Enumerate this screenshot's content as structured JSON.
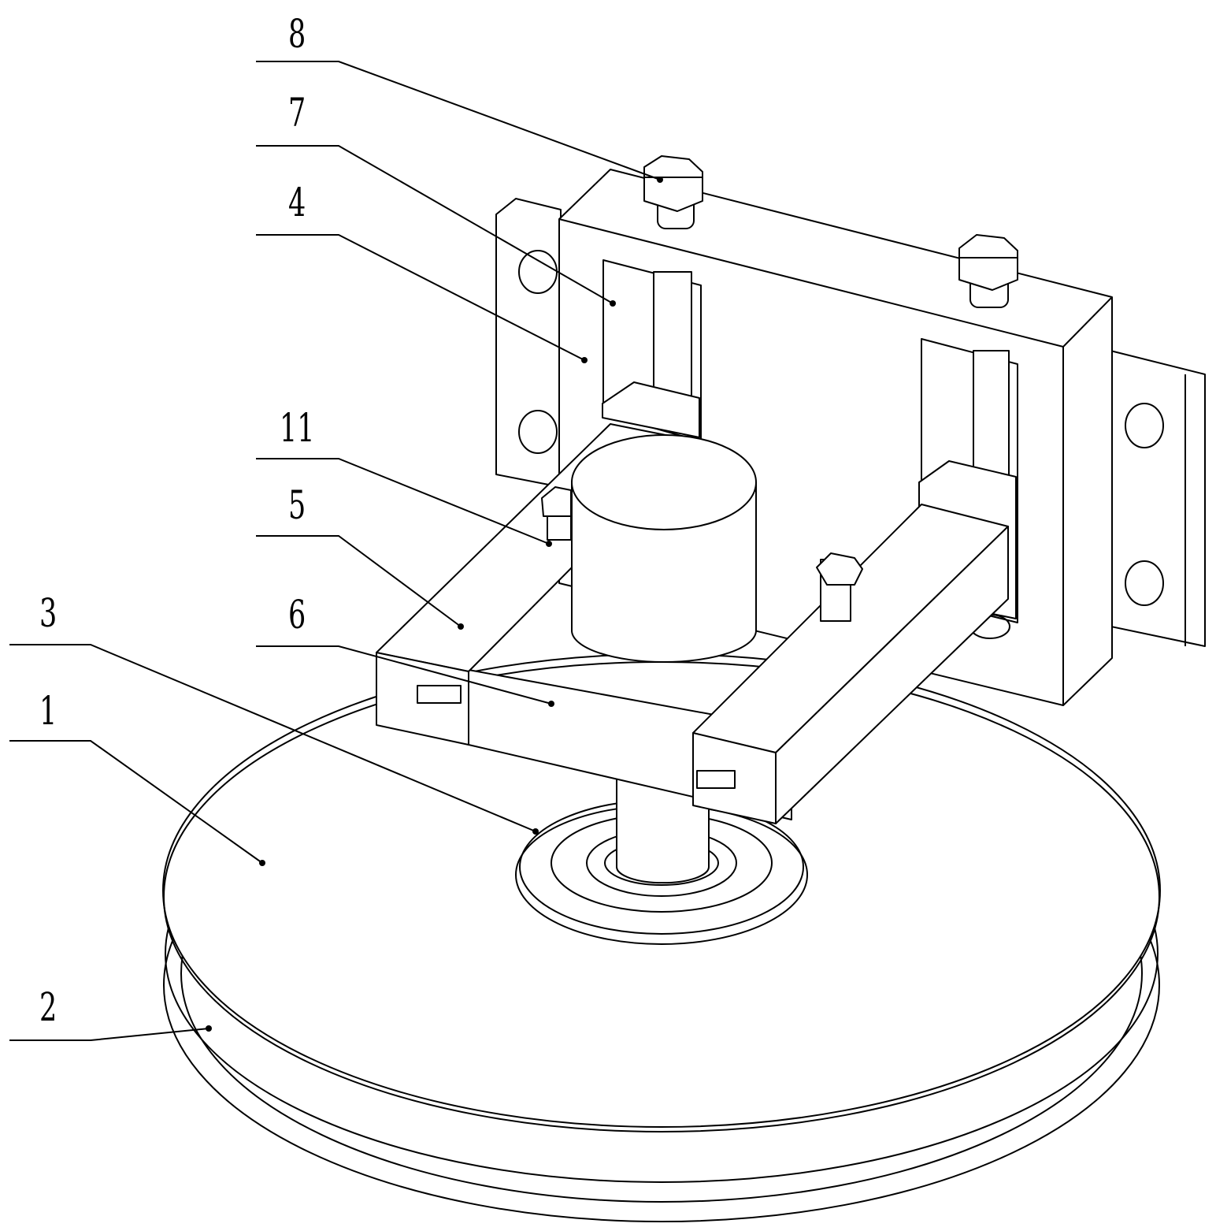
{
  "labels": {
    "l8": "8",
    "l7": "7",
    "l4": "4",
    "l11": "11",
    "l5": "5",
    "l3": "3",
    "l6": "6",
    "l1": "1",
    "l2": "2"
  }
}
